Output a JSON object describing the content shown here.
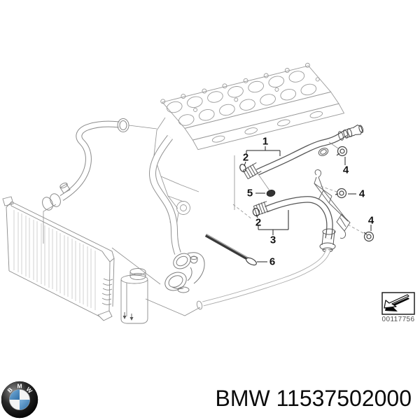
{
  "diagram": {
    "callouts": [
      {
        "id": "1",
        "label": "1"
      },
      {
        "id": "2-upper",
        "label": "2"
      },
      {
        "id": "5",
        "label": "5"
      },
      {
        "id": "2-lower",
        "label": "2"
      },
      {
        "id": "3",
        "label": "3"
      },
      {
        "id": "6",
        "label": "6"
      },
      {
        "id": "4-top",
        "label": "4"
      },
      {
        "id": "4-middle",
        "label": "4"
      },
      {
        "id": "4-bottom",
        "label": "4"
      }
    ],
    "drawing_number": "00117756"
  },
  "footer": {
    "caption": "BMW 11537502000",
    "logo_letters": [
      "B",
      "M",
      "W"
    ]
  },
  "colors": {
    "background": "#ffffff",
    "line_light": "#9a9a9a",
    "line_dark": "#4a4a4a",
    "callout_text": "#111111",
    "logo_blue": "#3e80b8",
    "caption_text": "#0a0a0a",
    "drawing_number_text": "#4f4f4f"
  }
}
